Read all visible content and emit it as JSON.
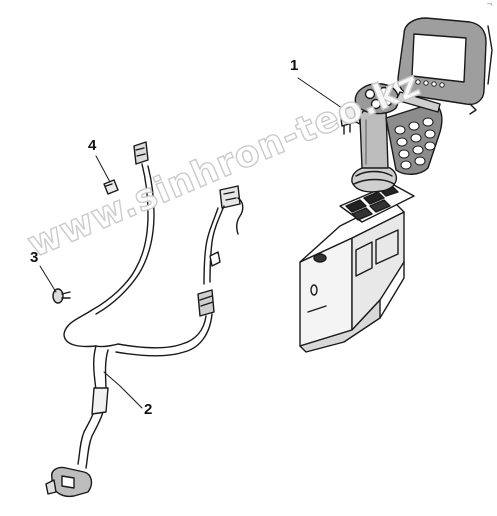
{
  "callouts": {
    "c1": "1",
    "c2": "2",
    "c3": "3",
    "c4": "4"
  },
  "corner_mark": "¬",
  "watermark": "www.sinhron-teo.kz",
  "colors": {
    "line": "#1a1a1a",
    "shade": "#6b6b6b",
    "watermark_stroke": "#c9c9c9"
  }
}
